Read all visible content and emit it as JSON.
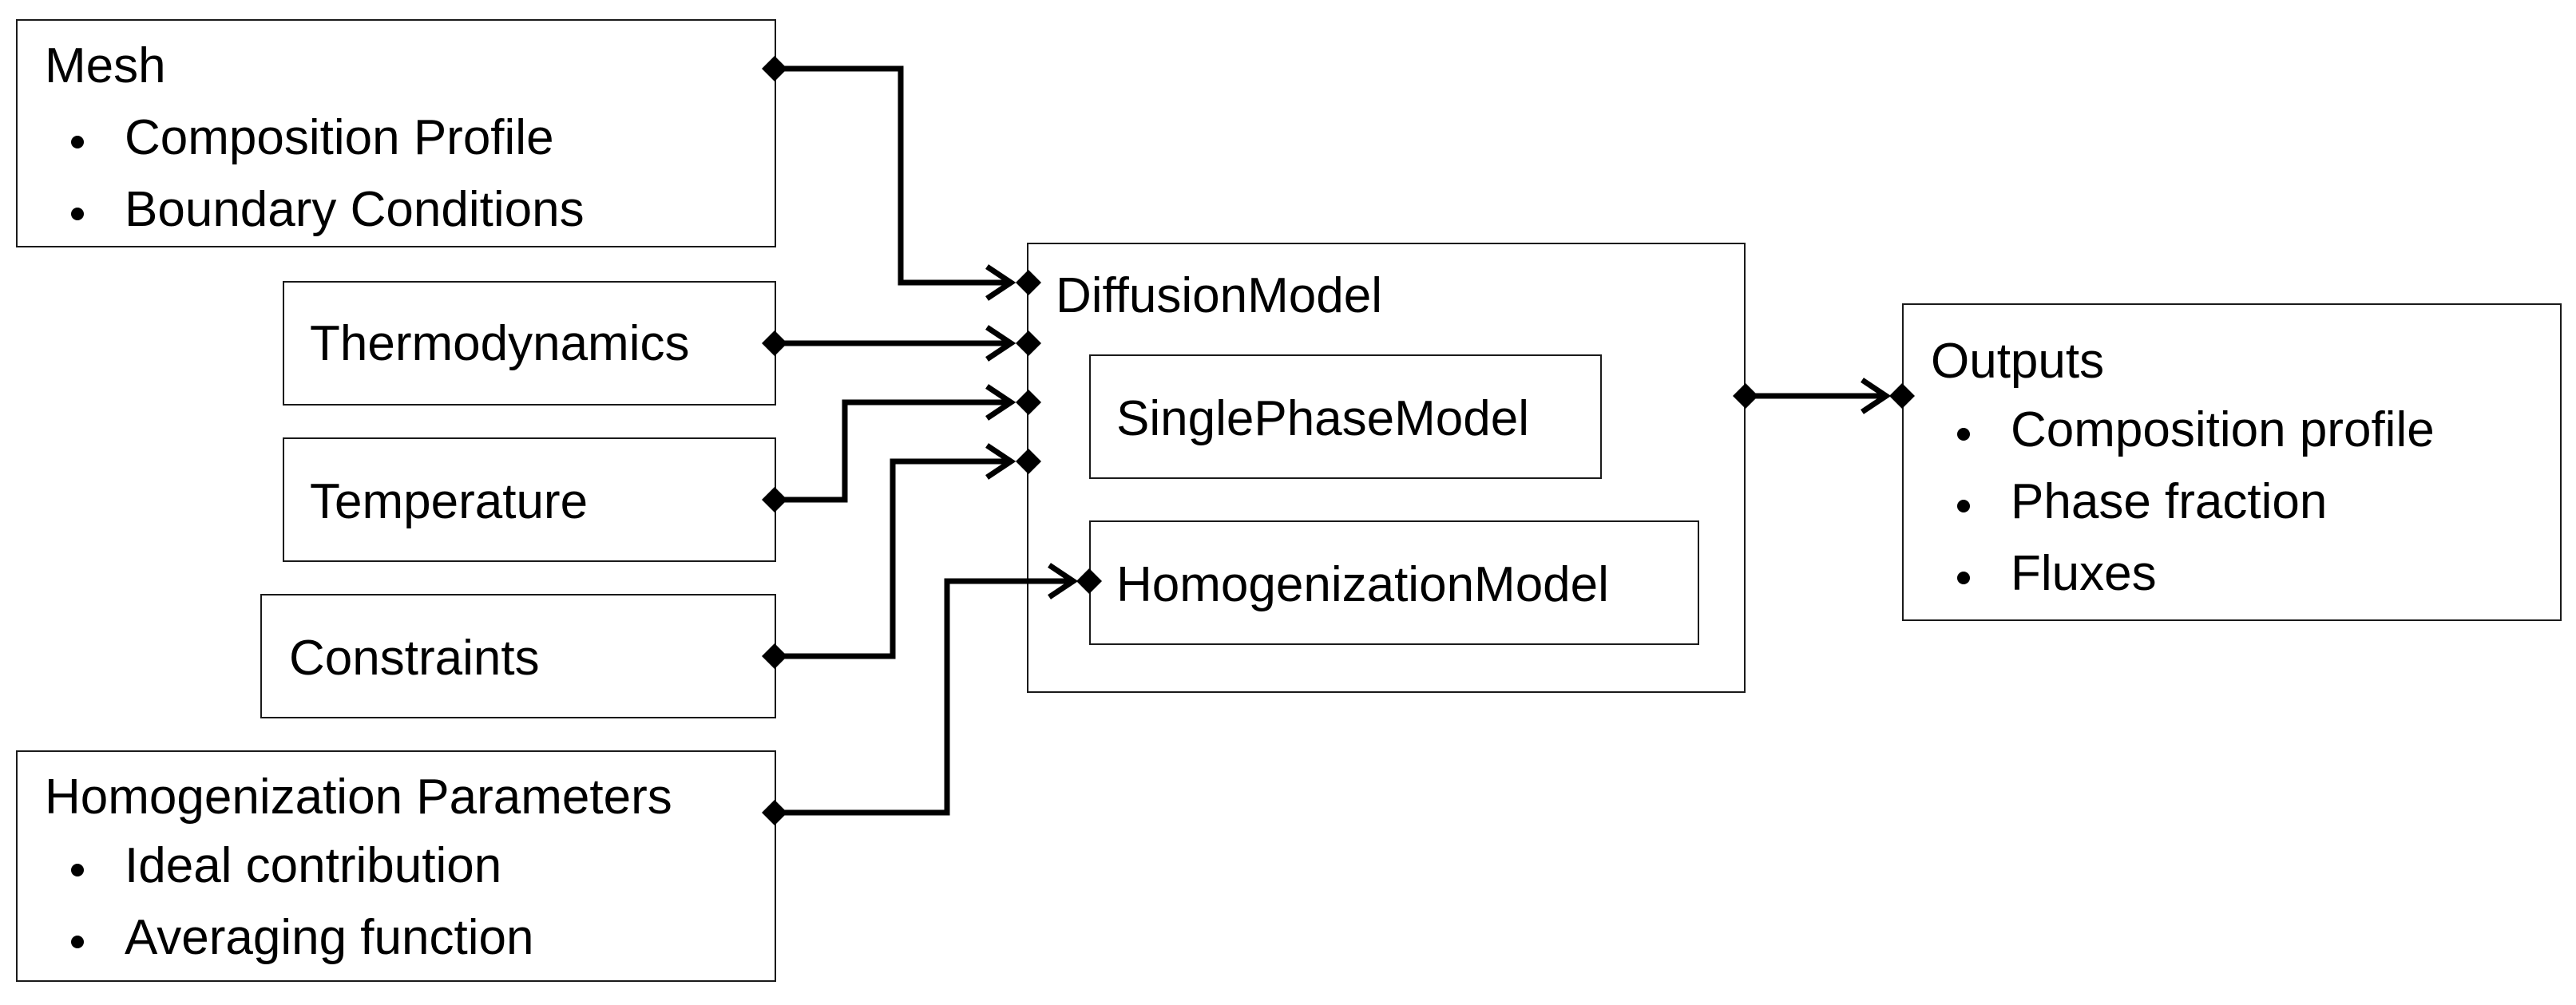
{
  "mesh": {
    "title": "Mesh",
    "items": [
      "Composition Profile",
      "Boundary Conditions"
    ]
  },
  "thermodynamics": {
    "title": "Thermodynamics"
  },
  "temperature": {
    "title": "Temperature"
  },
  "constraints": {
    "title": "Constraints"
  },
  "homogenization_parameters": {
    "title": "Homogenization Parameters",
    "items": [
      "Ideal contribution",
      "Averaging function"
    ]
  },
  "diffusion_model": {
    "title": "DiffusionModel",
    "single_phase": "SinglePhaseModel",
    "homogenization": "HomogenizationModel"
  },
  "outputs": {
    "title": "Outputs",
    "items": [
      "Composition profile",
      "Phase fraction",
      "Fluxes"
    ]
  },
  "colors": {
    "stroke": "#000000",
    "border": "#1a1a1a",
    "background": "#ffffff"
  }
}
